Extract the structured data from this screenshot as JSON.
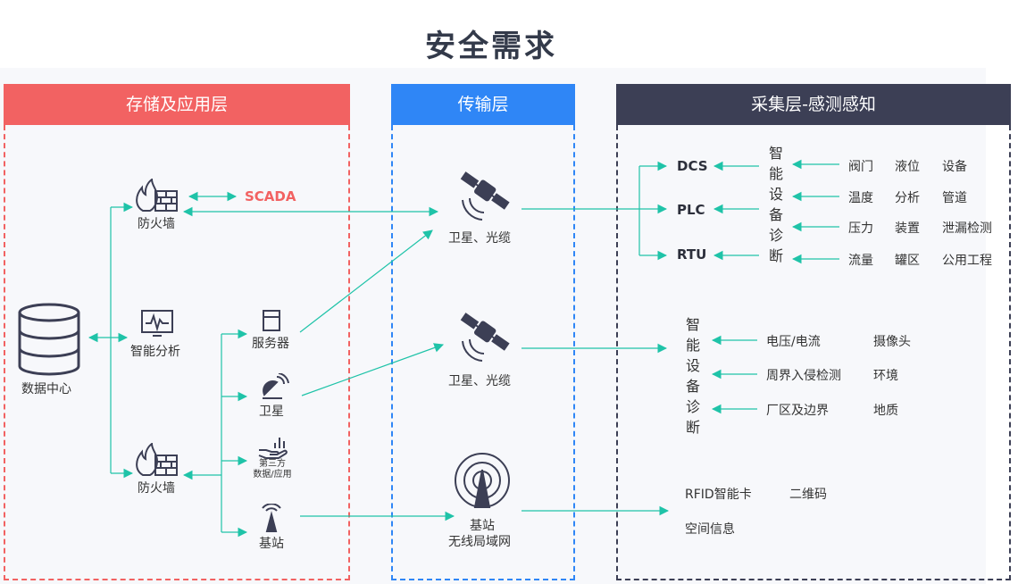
{
  "title": "安全需求",
  "columns": {
    "storage": "存储及应用层",
    "transport": "传输层",
    "collection": "采集层-感测感知"
  },
  "storage_layer": {
    "data_center": "数据中心",
    "firewall_top": "防火墙",
    "scada": "SCADA",
    "analysis": "智能分析",
    "firewall_bottom": "防火墙",
    "server": "服务器",
    "satellite": "卫星",
    "third_party_line1": "第三方",
    "third_party_line2": "数据/应用",
    "base_station": "基站"
  },
  "transport_layer": {
    "satellite_cable_1": "卫星、光缆",
    "satellite_cable_2": "卫星、光缆",
    "base_station_line1": "基站",
    "base_station_line2": "无线局域网"
  },
  "collection_layer": {
    "dcs": "DCS",
    "plc": "PLC",
    "rtu": "RTU",
    "diag_1": [
      "智",
      "能",
      "设",
      "备",
      "诊",
      "断"
    ],
    "inputs_1": [
      [
        "阀门",
        "液位",
        "设备"
      ],
      [
        "温度",
        "分析",
        "管道"
      ],
      [
        "压力",
        "装置",
        "泄漏检测"
      ],
      [
        "流量",
        "罐区",
        "公用工程"
      ]
    ],
    "diag_2": [
      "智",
      "能",
      "设",
      "备",
      "诊",
      "断"
    ],
    "inputs_2": [
      [
        "电压/电流",
        "摄像头"
      ],
      [
        "周界入侵检测",
        "环境"
      ],
      [
        "厂区及边界",
        "地质"
      ]
    ],
    "rfid": "RFID智能卡",
    "qrcode": "二维码",
    "spatial": "空间信息"
  },
  "colors": {
    "storage": "#f26262",
    "transport": "#2f86f6",
    "collection": "#3c3f55",
    "connector": "#1fc3a8"
  }
}
